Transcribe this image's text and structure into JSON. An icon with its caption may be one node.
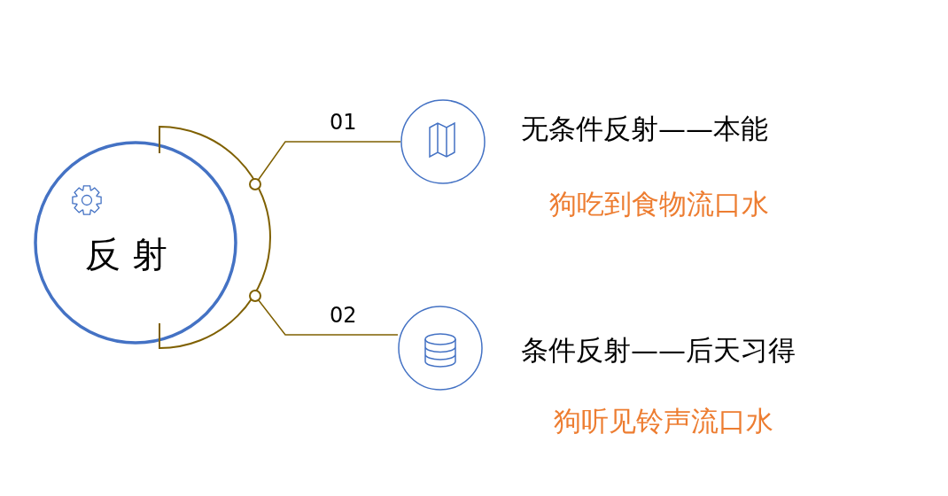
{
  "diagram": {
    "nodes": [
      {
        "text": [
          "反 射"
        ]
      },
      {
        "text": [],
        "shape": "circle",
        "beside": [
          "无条件反射——本能",
          "狗吃到食物流口水"
        ]
      },
      {
        "text": [],
        "shape": "circle",
        "beside": [
          "条件反射——后天习得",
          "狗听见铃声流口水"
        ]
      }
    ],
    "edges": [
      {
        "from": 0,
        "to": 1,
        "arrow": "none",
        "label": "01"
      },
      {
        "from": 0,
        "to": 2,
        "arrow": "none",
        "label": "02"
      }
    ]
  }
}
